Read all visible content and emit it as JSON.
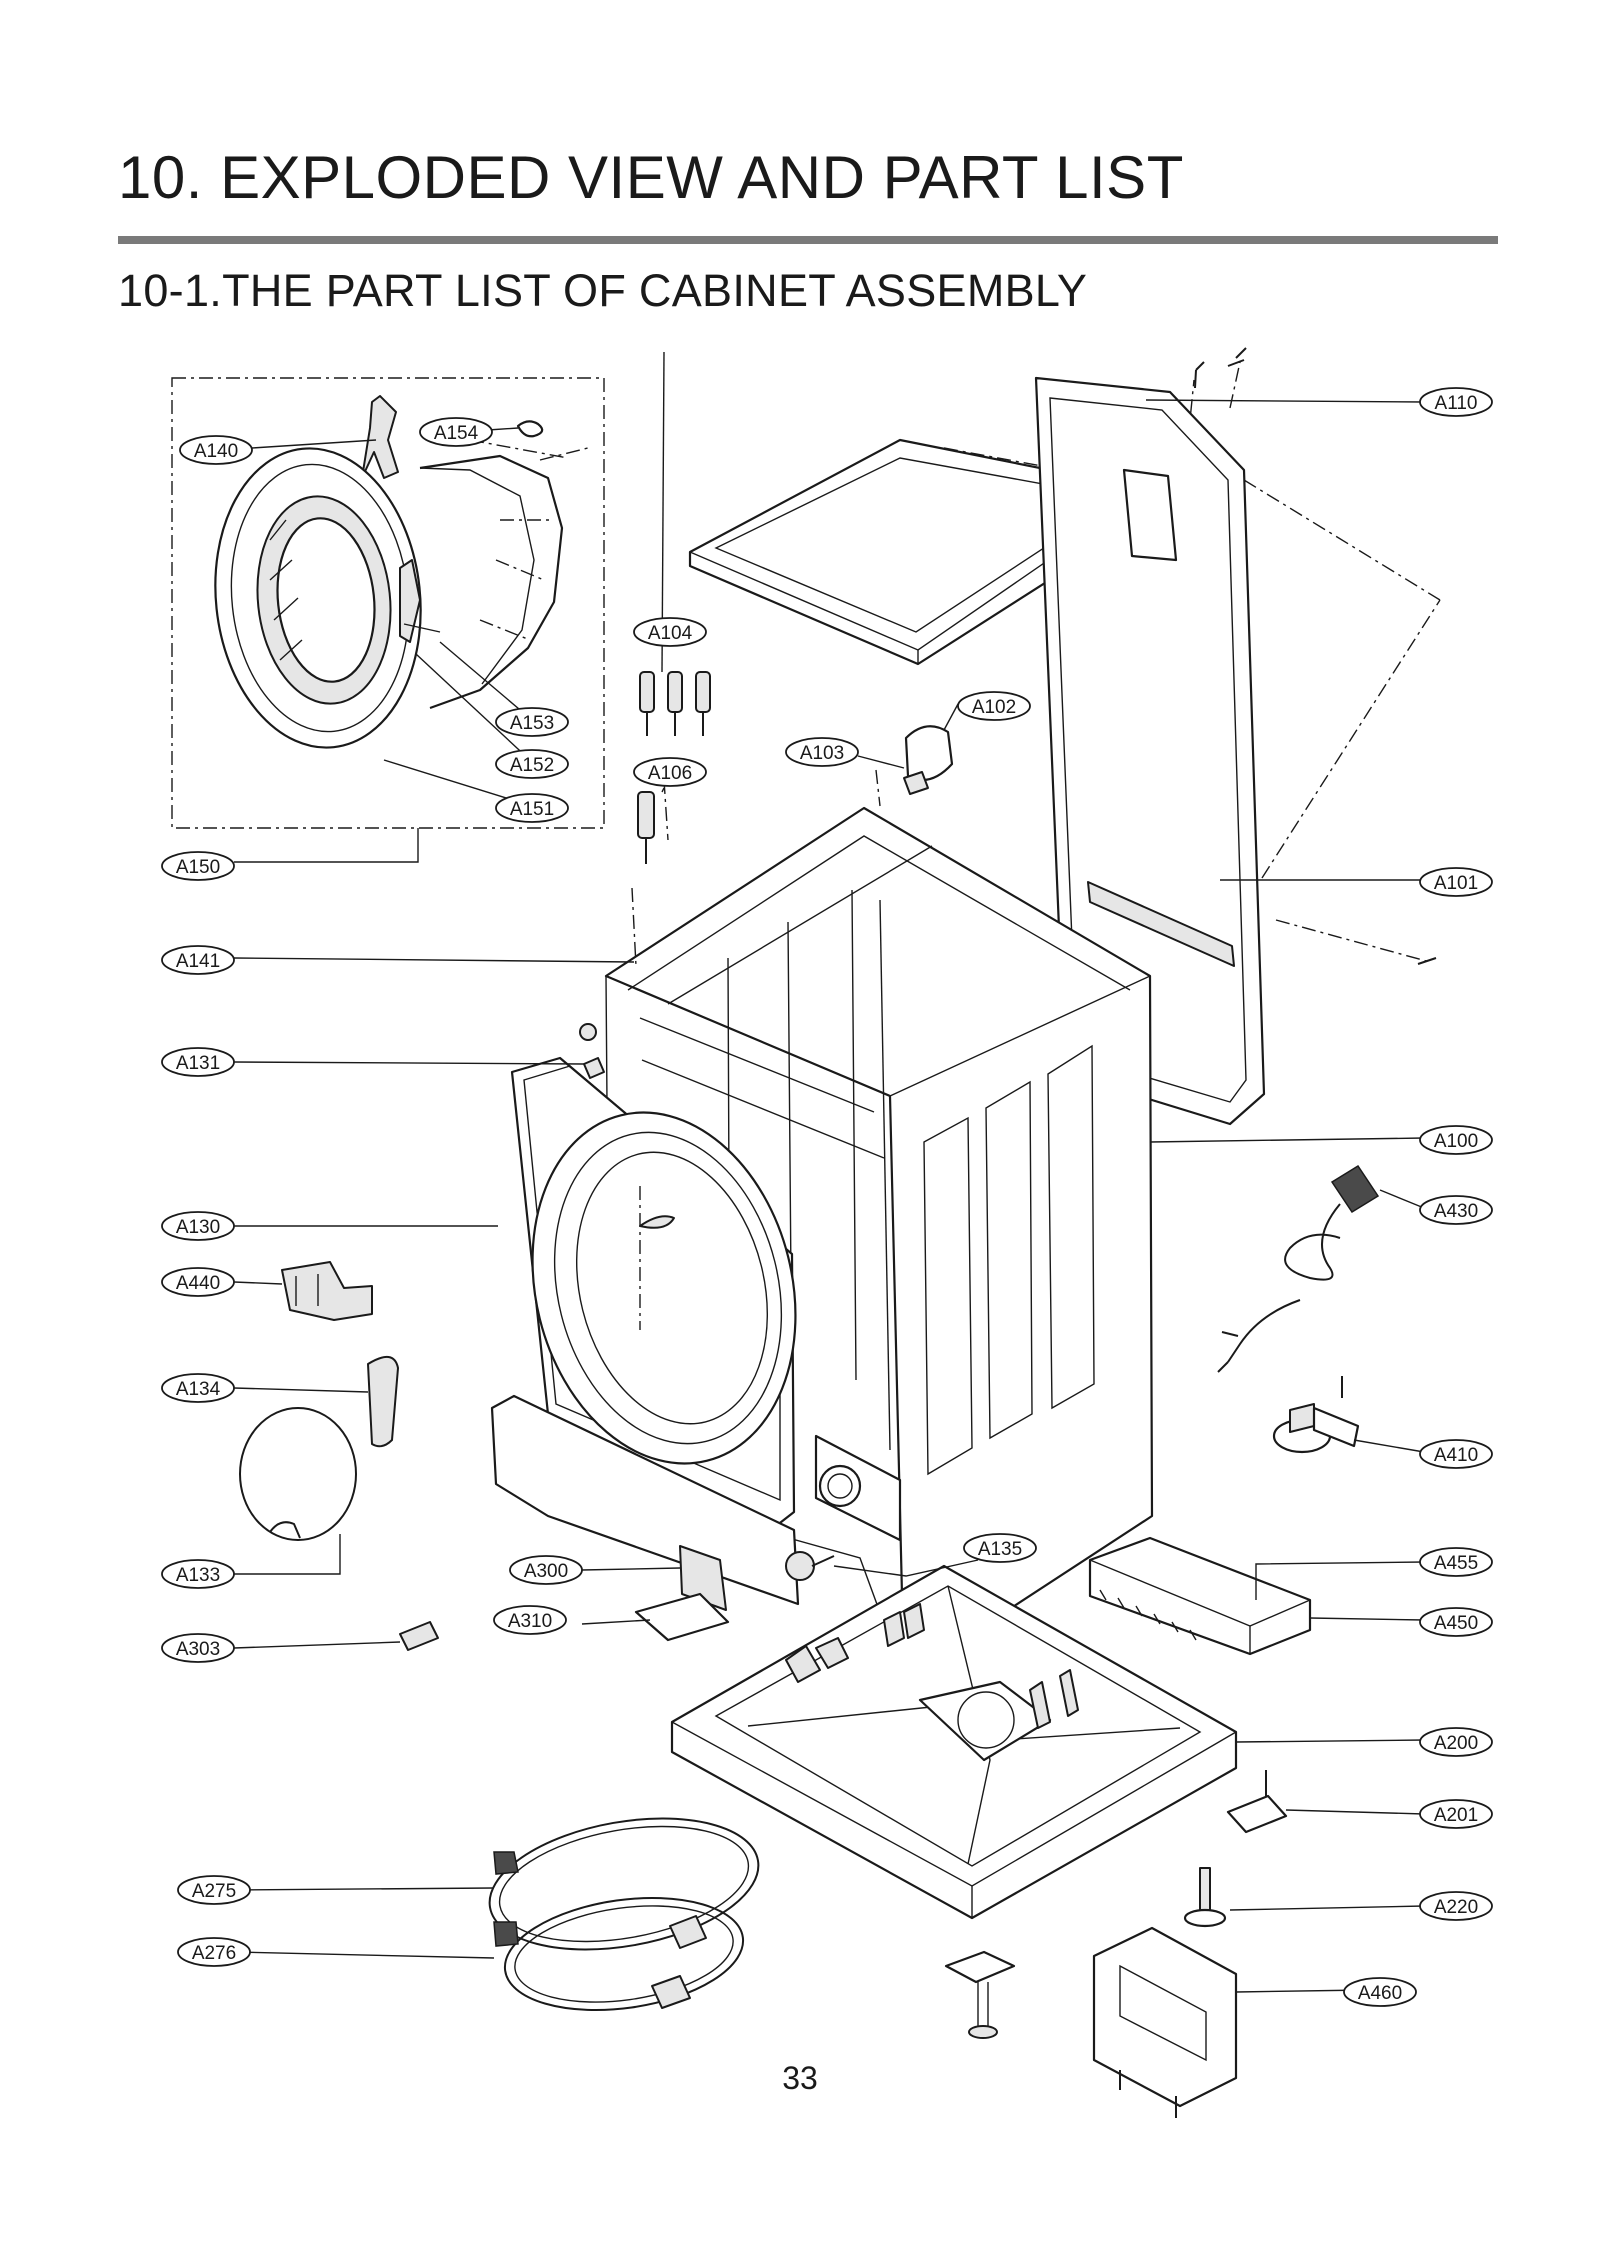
{
  "header": {
    "title": "10. EXPLODED VIEW AND PART LIST",
    "section": "10-1.THE PART LIST OF CABINET ASSEMBLY"
  },
  "callouts": [
    {
      "id": "A140",
      "text": "A140"
    },
    {
      "id": "A154",
      "text": "A154"
    },
    {
      "id": "A153",
      "text": "A153"
    },
    {
      "id": "A152",
      "text": "A152"
    },
    {
      "id": "A151",
      "text": "A151"
    },
    {
      "id": "A150",
      "text": "A150"
    },
    {
      "id": "A141",
      "text": "A141"
    },
    {
      "id": "A131",
      "text": "A131"
    },
    {
      "id": "A130",
      "text": "A130"
    },
    {
      "id": "A440",
      "text": "A440"
    },
    {
      "id": "A134",
      "text": "A134"
    },
    {
      "id": "A133",
      "text": "A133"
    },
    {
      "id": "A303",
      "text": "A303"
    },
    {
      "id": "A275",
      "text": "A275"
    },
    {
      "id": "A276",
      "text": "A276"
    },
    {
      "id": "A104",
      "text": "A104"
    },
    {
      "id": "A106",
      "text": "A106"
    },
    {
      "id": "A103",
      "text": "A103"
    },
    {
      "id": "A102",
      "text": "A102"
    },
    {
      "id": "A110",
      "text": "A110"
    },
    {
      "id": "A101",
      "text": "A101"
    },
    {
      "id": "A100",
      "text": "A100"
    },
    {
      "id": "A430",
      "text": "A430"
    },
    {
      "id": "A410",
      "text": "A410"
    },
    {
      "id": "A455",
      "text": "A455"
    },
    {
      "id": "A450",
      "text": "A450"
    },
    {
      "id": "A135",
      "text": "A135"
    },
    {
      "id": "A300",
      "text": "A300"
    },
    {
      "id": "A310",
      "text": "A310"
    },
    {
      "id": "A200",
      "text": "A200"
    },
    {
      "id": "A201",
      "text": "A201"
    },
    {
      "id": "A220",
      "text": "A220"
    },
    {
      "id": "A460",
      "text": "A460"
    }
  ],
  "footer": {
    "page_number": "33"
  }
}
